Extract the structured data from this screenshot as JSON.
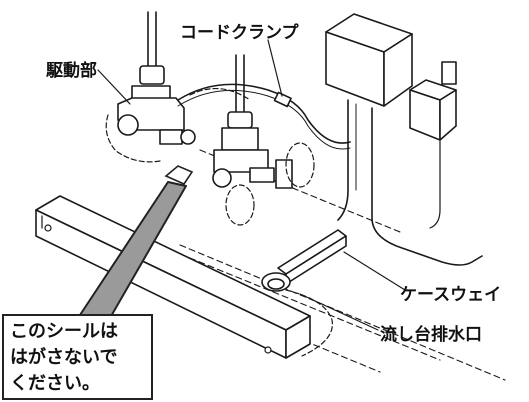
{
  "labels": {
    "cord_clamp": "コードクランプ",
    "drive_unit": "駆動部",
    "case_way": "ケースウェイ",
    "sink_drain": "流し台排水口"
  },
  "notice": {
    "lines": [
      "このシールは",
      "はがさないで",
      "ください。"
    ]
  },
  "colors": {
    "line": "#1a1a1a",
    "pointer_fill": "#9a9a9a",
    "background": "#ffffff"
  }
}
